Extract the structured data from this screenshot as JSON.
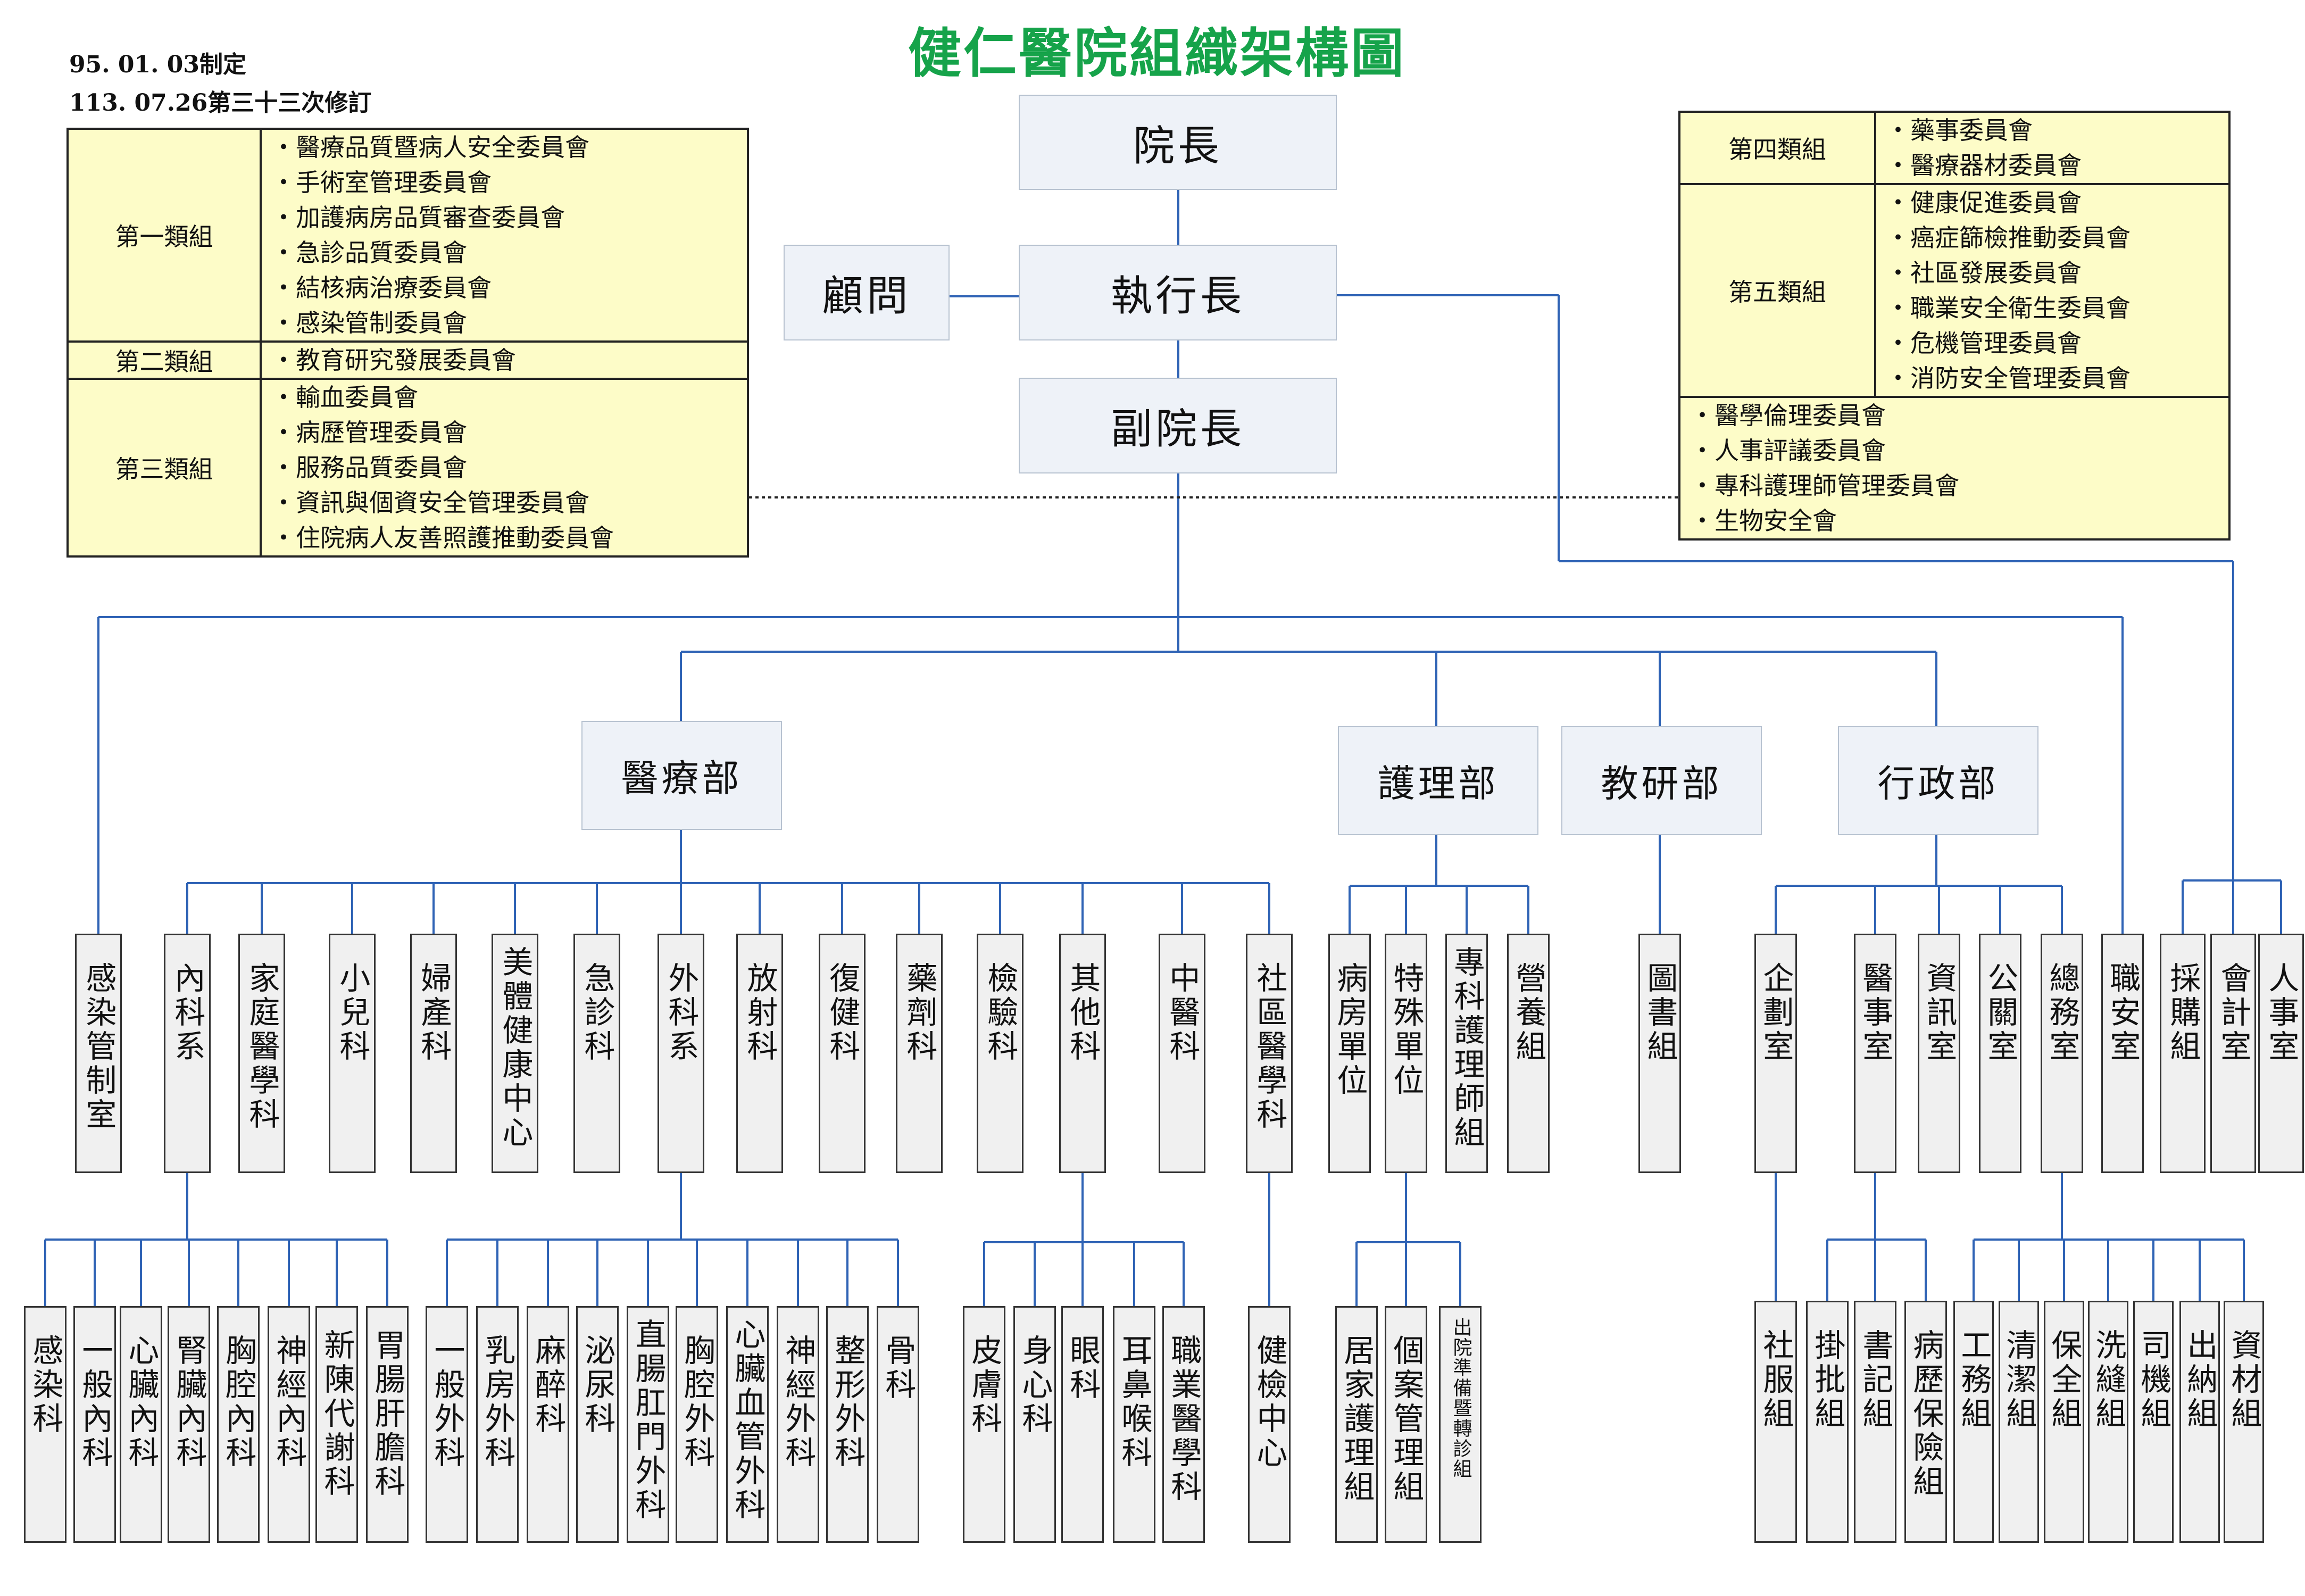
{
  "title": "健仁醫院組織架構圖",
  "dates": [
    "95. 01. 03制定",
    "113. 07.26第三十三次修訂"
  ],
  "top": {
    "president": "院長",
    "advisor": "顧問",
    "ceo": "執行長",
    "vice": "副院長"
  },
  "left_committees": [
    {
      "group": "第一類組",
      "items": [
        "・醫療品質暨病人安全委員會",
        "・手術室管理委員會",
        "・加護病房品質審查委員會",
        "・急診品質委員會",
        "・結核病治療委員會",
        "・感染管制委員會"
      ]
    },
    {
      "group": "第二類組",
      "items": [
        "・教育研究發展委員會"
      ]
    },
    {
      "group": "第三類組",
      "items": [
        "・輸血委員會",
        "・病歷管理委員會",
        "・服務品質委員會",
        "・資訊與個資安全管理委員會",
        "・住院病人友善照護推動委員會"
      ]
    }
  ],
  "right_committees": [
    {
      "group": "第四類組",
      "items": [
        "・藥事委員會",
        "・醫療器材委員會"
      ]
    },
    {
      "group": "第五類組",
      "items": [
        "・健康促進委員會",
        "・癌症篩檢推動委員會",
        "・社區發展委員會",
        "・職業安全衛生委員會",
        "・危機管理委員會",
        "・消防安全管理委員會"
      ]
    },
    {
      "group": "",
      "items": [
        "・醫學倫理委員會",
        "・人事評議委員會",
        "・專科護理師管理委員會",
        "・生物安全會"
      ]
    }
  ],
  "departments": {
    "medical": "醫療部",
    "nursing": "護理部",
    "research": "教研部",
    "admin": "行政部"
  },
  "infection_control": "感染管制室",
  "medical_units": [
    "內科系",
    "家庭醫學科",
    "小兒科",
    "婦產科",
    "美體健康中心",
    "急診科",
    "外科系",
    "放射科",
    "復健科",
    "藥劑科",
    "檢驗科",
    "其他科",
    "中醫科",
    "社區醫學科"
  ],
  "nursing_units": [
    "病房單位",
    "特殊單位",
    "專科護理師組",
    "營養組"
  ],
  "research_units": [
    "圖書組"
  ],
  "admin_units": [
    "企劃室",
    "醫事室",
    "資訊室",
    "公關室",
    "總務室",
    "職安室"
  ],
  "ceo_units": [
    "採購組",
    "會計室",
    "人事室"
  ],
  "internal_sub": [
    "感染科",
    "一般內科",
    "心臟內科",
    "腎臟內科",
    "胸腔內科",
    "神經內科",
    "新陳代謝科",
    "胃腸肝膽科"
  ],
  "surgery_sub": [
    "一般外科",
    "乳房外科",
    "麻醉科",
    "泌尿科",
    "直腸肛門外科",
    "胸腔外科",
    "心臟血管外科",
    "神經外科",
    "整形外科",
    "骨科"
  ],
  "other_sub": [
    "皮膚科",
    "身心科",
    "眼科",
    "耳鼻喉科",
    "職業醫學科"
  ],
  "community_sub": [
    "健檢中心"
  ],
  "special_sub": [
    "居家護理組",
    "個案管理組",
    "出院準備暨轉診組"
  ],
  "planning_sub": [
    "社服組"
  ],
  "medaffairs_sub": [
    "掛批組",
    "書記組",
    "病歷保險組"
  ],
  "general_sub": [
    "工務組",
    "清潔組",
    "保全組",
    "洗縫組",
    "司機組",
    "出納組",
    "資材組"
  ]
}
